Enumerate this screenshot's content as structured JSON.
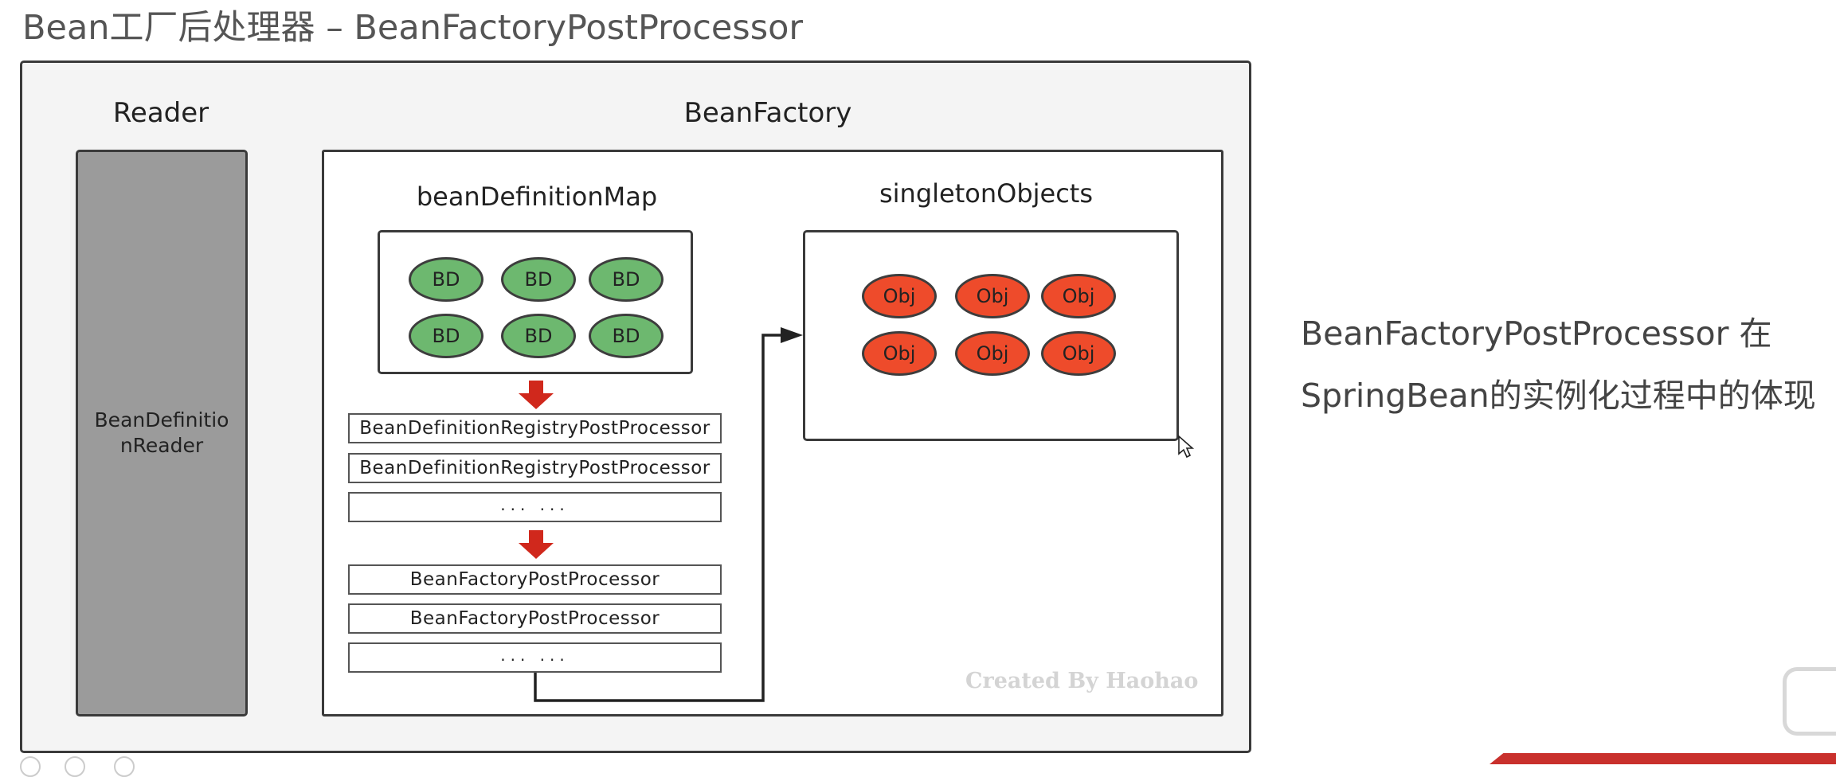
{
  "title": "Bean工厂后处理器 – BeanFactoryPostProcessor",
  "reader": {
    "heading": "Reader",
    "label_line1": "BeanDefinitio",
    "label_line2": "nReader"
  },
  "bean_factory": {
    "heading": "BeanFactory",
    "bean_definition_map": {
      "heading": "beanDefinitionMap",
      "items": [
        "BD",
        "BD",
        "BD",
        "BD",
        "BD",
        "BD"
      ]
    },
    "singleton_objects": {
      "heading": "singletonObjects",
      "items": [
        "Obj",
        "Obj",
        "Obj",
        "Obj",
        "Obj",
        "Obj"
      ]
    },
    "registry_processors": [
      "BeanDefinitionRegistryPostProcessor",
      "BeanDefinitionRegistryPostProcessor",
      "··· ···"
    ],
    "factory_processors": [
      "BeanFactoryPostProcessor",
      "BeanFactoryPostProcessor",
      "··· ···"
    ],
    "watermark": "Created By Haohao"
  },
  "side_note": {
    "line1": "BeanFactoryPostProcessor 在",
    "line2": "SpringBean的实例化过程中的体现"
  },
  "colors": {
    "bd_fill": "#6db86f",
    "obj_fill": "#ee4b2b",
    "arrow_red": "#d0281c",
    "reader_fill": "#9b9b9b",
    "frame_fill": "#f4f4f4"
  }
}
